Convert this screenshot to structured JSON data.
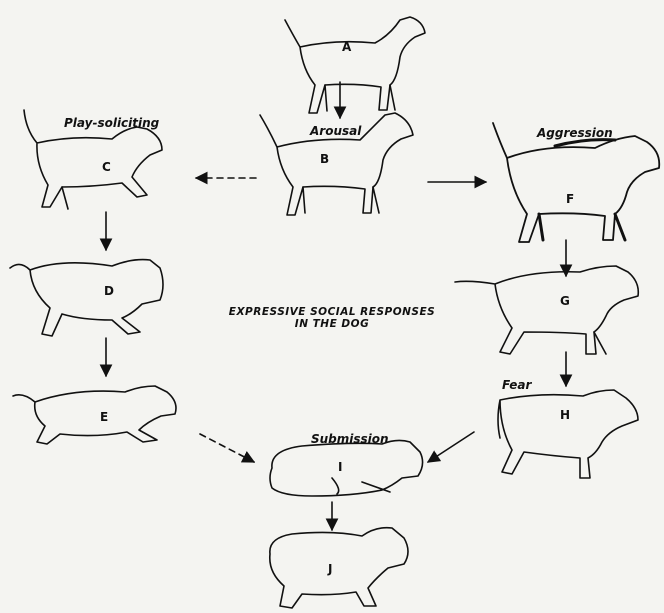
{
  "title": [
    "EXPRESSIVE SOCIAL RESPONSES",
    "IN THE DOG"
  ],
  "states": {
    "play_soliciting": "Play-soliciting",
    "arousal": "Arousal",
    "aggression": "Aggression",
    "fear": "Fear",
    "submission": "Submission"
  },
  "dogs": {
    "A": "A",
    "B": "B",
    "C": "C",
    "D": "D",
    "E": "E",
    "F": "F",
    "G": "G",
    "H": "H",
    "I": "I",
    "J": "J"
  },
  "transitions": [
    {
      "from": "A",
      "to": "B",
      "style": "solid"
    },
    {
      "from": "B",
      "to": "C",
      "style": "dashed"
    },
    {
      "from": "B",
      "to": "F",
      "style": "solid"
    },
    {
      "from": "C",
      "to": "D",
      "style": "solid"
    },
    {
      "from": "D",
      "to": "E",
      "style": "solid"
    },
    {
      "from": "F",
      "to": "G",
      "style": "solid"
    },
    {
      "from": "G",
      "to": "H",
      "style": "solid"
    },
    {
      "from": "E",
      "to": "I",
      "style": "dashed"
    },
    {
      "from": "H",
      "to": "I",
      "style": "solid"
    },
    {
      "from": "I",
      "to": "J",
      "style": "solid"
    }
  ],
  "colors": {
    "ink": "#111111",
    "paper": "#f4f4f1"
  }
}
